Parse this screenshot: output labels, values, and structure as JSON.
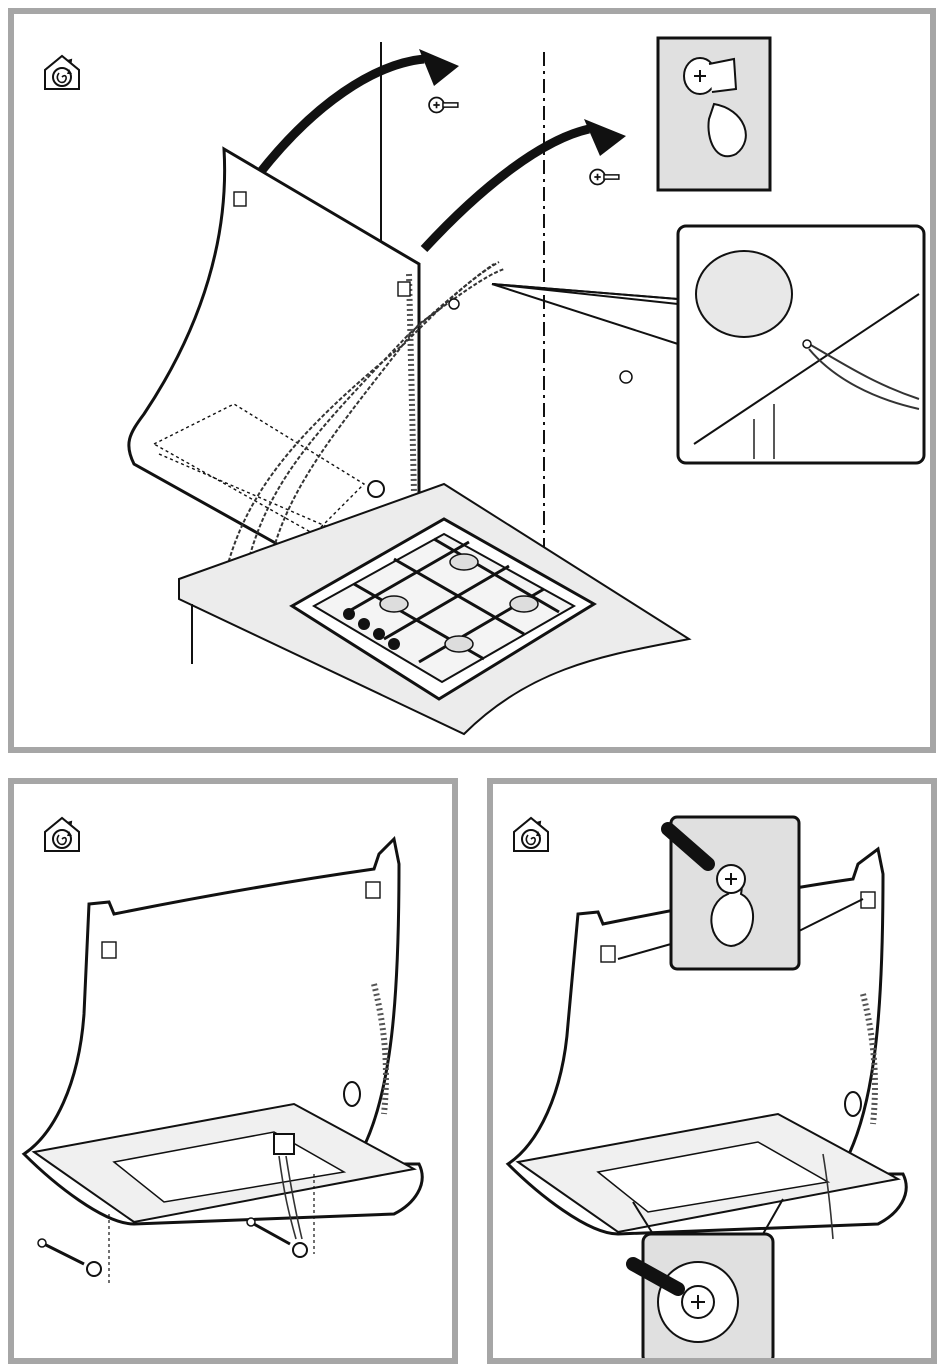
{
  "document": {
    "panels": [
      {
        "id": "top",
        "symbols": [
          "extraction-mode-icon",
          "recirculation-mode-icon"
        ]
      },
      {
        "id": "bottom-left",
        "symbols": [
          "extraction-mode-icon",
          "recirculation-mode-icon"
        ]
      },
      {
        "id": "bottom-right",
        "symbols": [
          "extraction-mode-icon",
          "recirculation-mode-icon"
        ]
      }
    ],
    "colors": {
      "frame": "#a6a6a6",
      "line": "#1a1a1a",
      "fill_light": "#e6e6e6",
      "fill_mid": "#cfcfcf"
    }
  }
}
